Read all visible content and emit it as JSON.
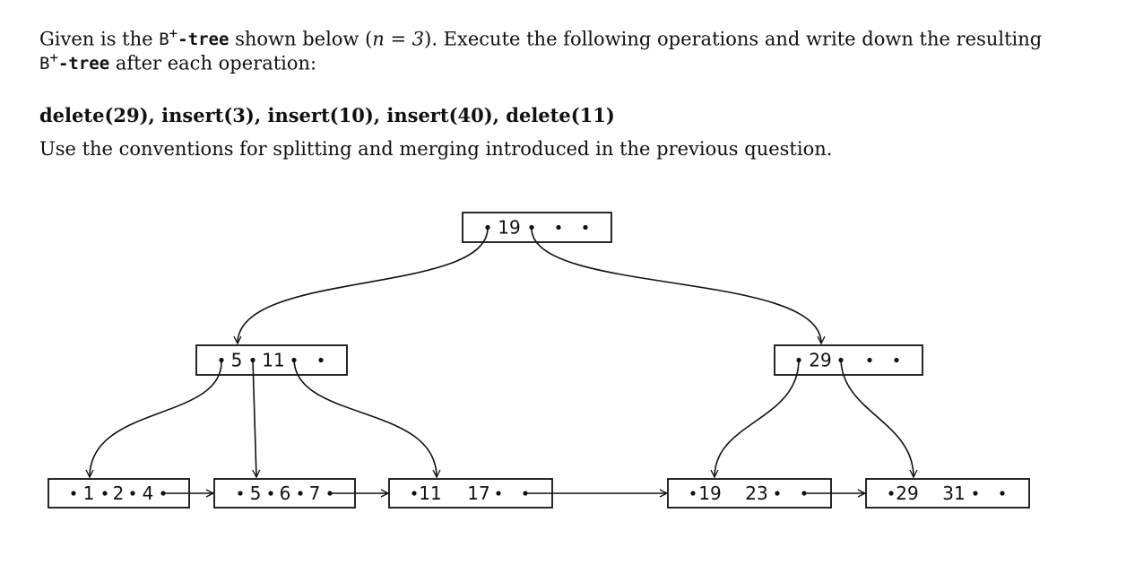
{
  "intro": {
    "given": "Given is the ",
    "btree_code": "B",
    "plus": "+",
    "tree_word": "-tree",
    "shown": " shown below (",
    "n_var": "n",
    "equals": " = ",
    "n_value": "3",
    "close_execute": "). Execute the following operations and write down the resulting",
    "line2_code": "B",
    "line2_plus": "+",
    "line2_tree": "-tree",
    "line2_rest": " after each operation:"
  },
  "operations": "delete(29), insert(3), insert(10), insert(40), delete(11)",
  "conventions": "Use the conventions for splitting and merging introduced in the previous question.",
  "tree": {
    "root": {
      "keys": [
        "19"
      ]
    },
    "inner": [
      {
        "keys": [
          "5",
          "11"
        ]
      },
      {
        "keys": [
          "29"
        ]
      }
    ],
    "leaves": [
      {
        "keys": [
          "1",
          "2",
          "4"
        ]
      },
      {
        "keys": [
          "5",
          "6",
          "7"
        ]
      },
      {
        "keys": [
          "11",
          "17"
        ]
      },
      {
        "keys": [
          "19",
          "23"
        ]
      },
      {
        "keys": [
          "29",
          "31"
        ]
      }
    ]
  }
}
